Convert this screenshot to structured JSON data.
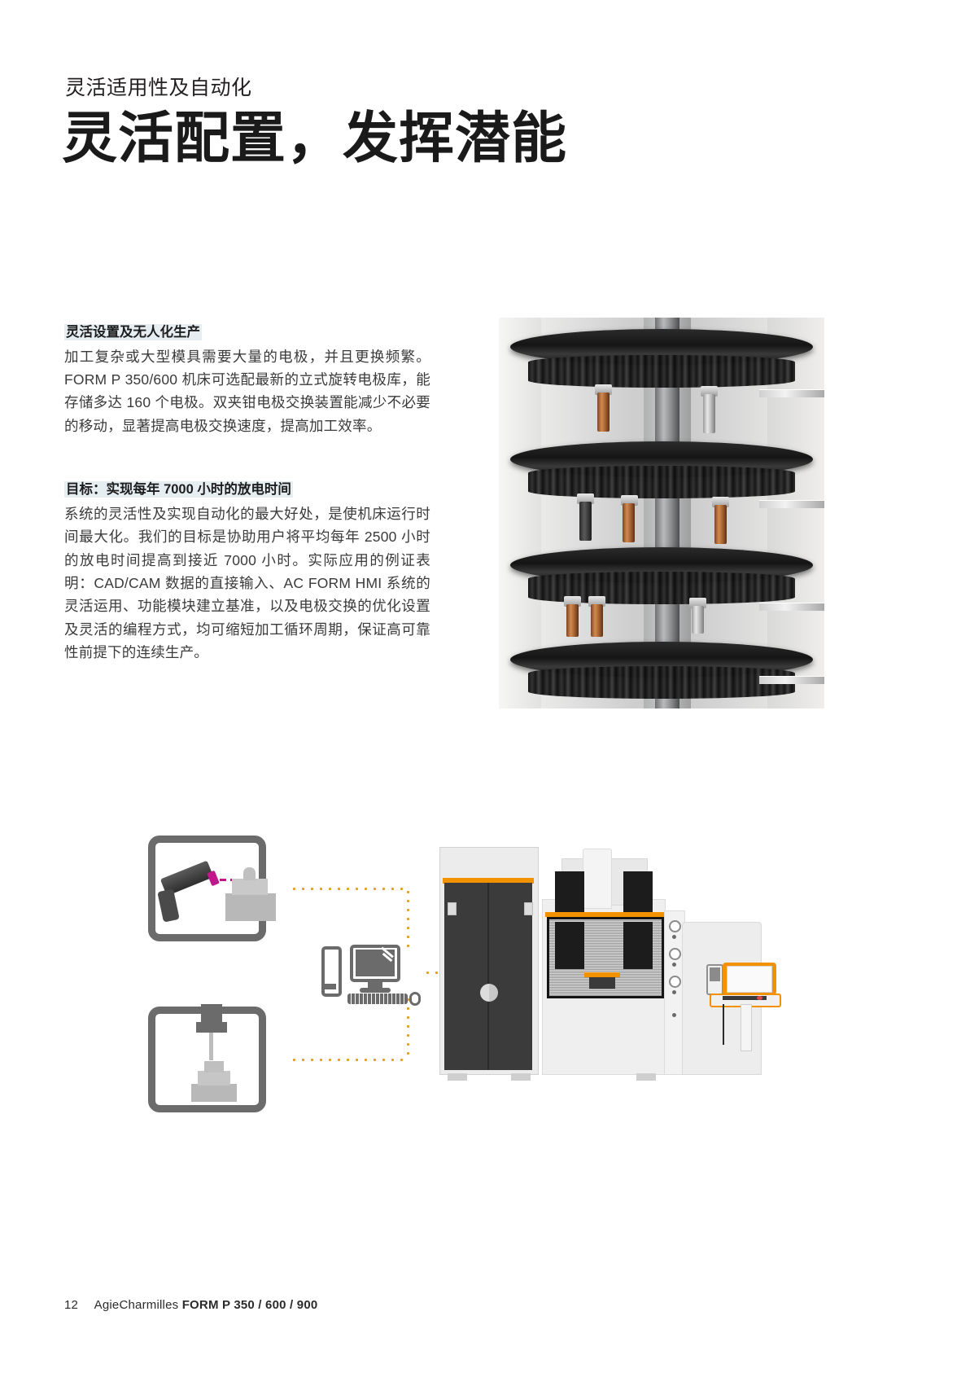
{
  "header": {
    "eyebrow": "灵活适用性及自动化",
    "headline": "灵活配置，发挥潜能"
  },
  "sections": [
    {
      "heading": "灵活设置及无人化生产",
      "body": "加工复杂或大型模具需要大量的电极，并且更换频繁。FORM P 350/600 机床可选配最新的立式旋转电极库，能存储多达 160 个电极。双夹钳电极交换装置能减少不必要的移动，显著提高电极交换速度，提高加工效率。"
    },
    {
      "heading": "目标：实现每年 7000 小时的放电时间",
      "body": "系统的灵活性及实现自动化的最大好处，是使机床运行时间最大化。我们的目标是协助用户将平均每年 2500 小时的放电时间提高到接近 7000 小时。实际应用的例证表明：CAD/CAM 数据的直接输入、AC FORM HMI 系统的灵活运用、功能模块建立基准，以及电极交换的优化设置及灵活的编程方式，均可缩短加工循环周期，保证高可靠性前提下的连续生产。"
    }
  ],
  "photo": {
    "caption_alt": "立式旋转电极库"
  },
  "diagram": {
    "icon_box_1": "probe-scanning-icon",
    "icon_box_2": "milling-machining-icon",
    "workstation": "cad-cam-workstation-icon",
    "machine": "form-p-edm-machine",
    "connector_color": "#e8991f",
    "accent_color": "#f39200"
  },
  "footer": {
    "page_number": "12",
    "brand": "AgieCharmilles",
    "product": "FORM P 350 / 600 / 900"
  }
}
